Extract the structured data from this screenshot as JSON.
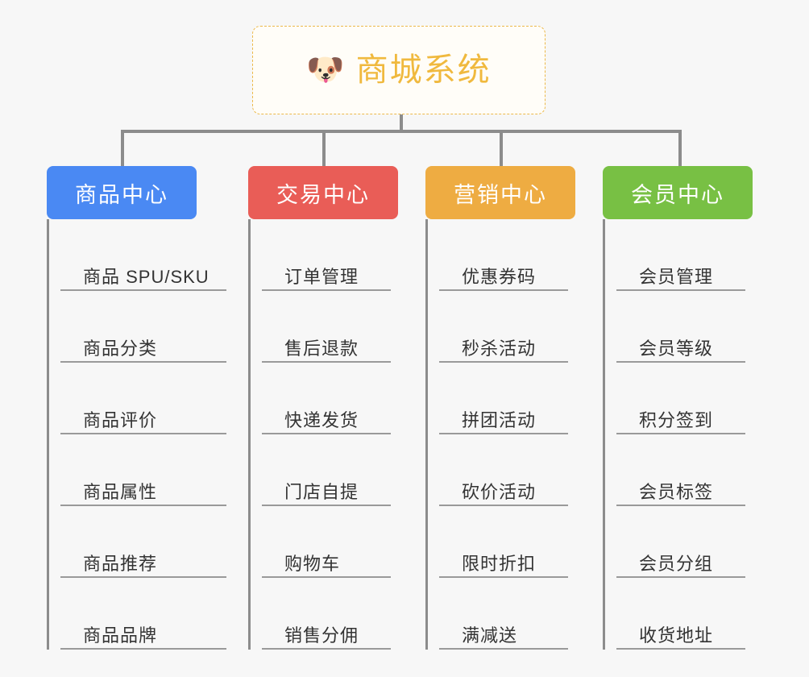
{
  "diagram": {
    "type": "mind-map-tree",
    "background_color": "#f7f7f7",
    "root": {
      "icon": "shiba-dog-face-emoji",
      "icon_glyph": "🐶",
      "title": "商城系统",
      "text_color": "#f0b93e",
      "border_color": "#ecb94a",
      "background_color": "#fffdf8",
      "border_style": "dashed"
    },
    "connector_color": "#8c8c8c",
    "leaf_text_color": "#333333",
    "leaf_rule_color": "#9a9a9a",
    "branches": [
      {
        "title": "商品中心",
        "color": "#4a89f3",
        "items": [
          "商品 SPU/SKU",
          "商品分类",
          "商品评价",
          "商品属性",
          "商品推荐",
          "商品品牌"
        ]
      },
      {
        "title": "交易中心",
        "color": "#e95d57",
        "items": [
          "订单管理",
          "售后退款",
          "快递发货",
          "门店自提",
          "购物车",
          "销售分佣"
        ]
      },
      {
        "title": "营销中心",
        "color": "#eeac42",
        "items": [
          "优惠券码",
          "秒杀活动",
          "拼团活动",
          "砍价活动",
          "限时折扣",
          "满减送"
        ]
      },
      {
        "title": "会员中心",
        "color": "#78c044",
        "items": [
          "会员管理",
          "会员等级",
          "积分签到",
          "会员标签",
          "会员分组",
          "收货地址"
        ]
      }
    ]
  }
}
